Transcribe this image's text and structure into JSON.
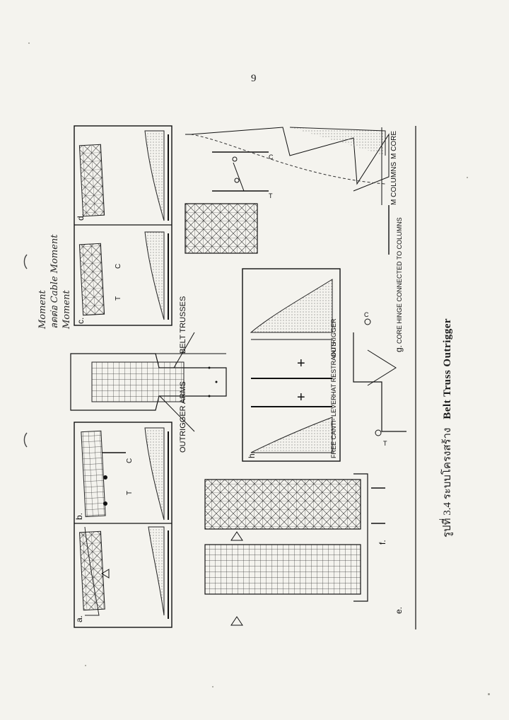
{
  "page": {
    "number": "9"
  },
  "caption": {
    "prefix": "รูปที่ 3.4  ระบบโครงสร้าง",
    "title": "Belt Truss Outrigger"
  },
  "handwritten_note": {
    "line1": "Moment",
    "line2": "ลดต่อ Cable Moment",
    "line3": "Moment"
  },
  "labels": {
    "panel_a": "a.",
    "panel_b": "b.",
    "panel_c": "c.",
    "panel_d": "d.",
    "panel_e": "e.",
    "panel_f": "f.",
    "panel_g": "g.",
    "panel_h": "h.",
    "belt_trusses": "BELT TRUSSES",
    "outrigger_arms": "OUTRIGGER ARMS",
    "core_hinge": "CORE HINGE CONNECTED TO COLUMNS",
    "free_cantilever": "FREE CANTI- LEVER",
    "hat_restraints": "HAT RESTRAINTS",
    "outrigger_h": "OUTRIGGER",
    "m_columns": "M COLUMNS",
    "m_core": "M CORE",
    "t": "T",
    "c": "C"
  }
}
